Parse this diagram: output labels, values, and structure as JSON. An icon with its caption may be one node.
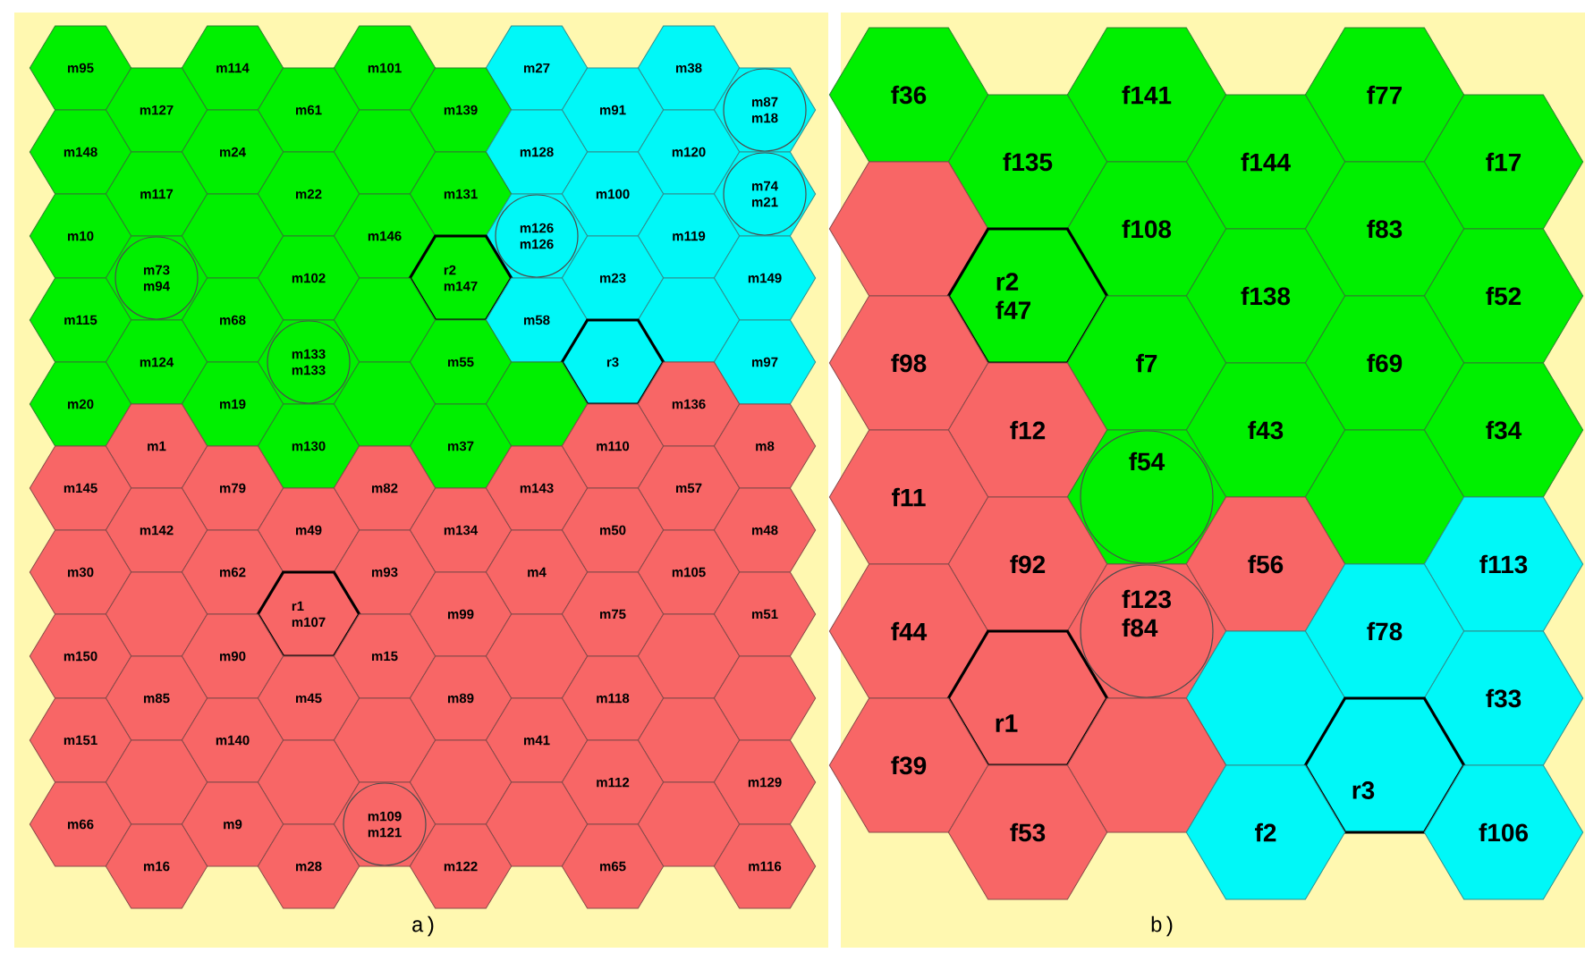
{
  "diagram": {
    "nodes": [
      {
        "text": [
          "m95"
        ]
      },
      {
        "text": [
          "m114"
        ]
      },
      {
        "text": [
          "m101"
        ]
      },
      {
        "text": [
          "m27"
        ]
      },
      {
        "text": [
          "m38"
        ]
      },
      {
        "text": [
          "m127"
        ]
      },
      {
        "text": [
          "m61"
        ]
      },
      {
        "text": [
          "m139"
        ]
      },
      {
        "text": [
          "m91"
        ]
      },
      {
        "text": [
          "m87",
          "m18"
        ]
      },
      {
        "text": [
          "m148"
        ]
      },
      {
        "text": [
          "m24"
        ]
      },
      {
        "text": [],
        "shape": "hexagon"
      },
      {
        "text": [
          "m128"
        ]
      },
      {
        "text": [
          "m120"
        ]
      },
      {
        "text": [
          "m117"
        ]
      },
      {
        "text": [
          "m22"
        ]
      },
      {
        "text": [
          "m131"
        ]
      },
      {
        "text": [
          "m100"
        ]
      },
      {
        "text": [
          "m74",
          "m21"
        ]
      },
      {
        "text": [
          "m10"
        ]
      },
      {
        "text": [],
        "shape": "hexagon"
      },
      {
        "text": [
          "m146"
        ]
      },
      {
        "text": [
          "m126",
          "m126"
        ]
      },
      {
        "text": [
          "m119"
        ]
      },
      {
        "text": [
          "m73",
          "m94"
        ]
      },
      {
        "text": [
          "m102"
        ]
      },
      {
        "text": [
          "r2",
          "m147"
        ]
      },
      {
        "text": [
          "m23"
        ]
      },
      {
        "text": [
          "m149"
        ]
      },
      {
        "text": [
          "m115"
        ]
      },
      {
        "text": [
          "m68"
        ]
      },
      {
        "text": [],
        "shape": "hexagon"
      },
      {
        "text": [
          "m58"
        ]
      },
      {
        "text": [],
        "shape": "hexagon"
      },
      {
        "text": [
          "m124"
        ]
      },
      {
        "text": [
          "m133",
          "m133"
        ]
      },
      {
        "text": [
          "m55"
        ]
      },
      {
        "text": [
          "r3"
        ]
      },
      {
        "text": [
          "m97"
        ]
      },
      {
        "text": [
          "m20"
        ]
      },
      {
        "text": [
          "m19"
        ]
      },
      {
        "text": [],
        "shape": "hexagon"
      },
      {
        "text": [],
        "shape": "hexagon"
      },
      {
        "text": [
          "m136"
        ]
      },
      {
        "text": [
          "m1"
        ]
      },
      {
        "text": [
          "m130"
        ]
      },
      {
        "text": [
          "m37"
        ]
      },
      {
        "text": [
          "m110"
        ]
      },
      {
        "text": [
          "m8"
        ]
      },
      {
        "text": [
          "m145"
        ]
      },
      {
        "text": [
          "m79"
        ]
      },
      {
        "text": [
          "m82"
        ]
      },
      {
        "text": [
          "m143"
        ]
      },
      {
        "text": [
          "m57"
        ]
      },
      {
        "text": [
          "m142"
        ]
      },
      {
        "text": [
          "m49"
        ]
      },
      {
        "text": [
          "m134"
        ]
      },
      {
        "text": [
          "m50"
        ]
      },
      {
        "text": [
          "m48"
        ]
      },
      {
        "text": [
          "m30"
        ]
      },
      {
        "text": [
          "m62"
        ]
      },
      {
        "text": [
          "m93"
        ]
      },
      {
        "text": [
          "m4"
        ]
      },
      {
        "text": [
          "m105"
        ]
      },
      {
        "text": [],
        "shape": "hexagon"
      },
      {
        "text": [
          "r1",
          "m107"
        ]
      },
      {
        "text": [
          "m99"
        ]
      },
      {
        "text": [
          "m75"
        ]
      },
      {
        "text": [
          "m51"
        ]
      },
      {
        "text": [
          "m150"
        ]
      },
      {
        "text": [
          "m90"
        ]
      },
      {
        "text": [
          "m15"
        ]
      },
      {
        "text": [],
        "shape": "hexagon"
      },
      {
        "text": [],
        "shape": "hexagon"
      },
      {
        "text": [
          "m85"
        ]
      },
      {
        "text": [
          "m45"
        ]
      },
      {
        "text": [
          "m89"
        ]
      },
      {
        "text": [
          "m118"
        ]
      },
      {
        "text": [],
        "shape": "hexagon"
      },
      {
        "text": [
          "m151"
        ]
      },
      {
        "text": [
          "m140"
        ]
      },
      {
        "text": [],
        "shape": "hexagon"
      },
      {
        "text": [
          "m41"
        ]
      },
      {
        "text": [],
        "shape": "hexagon"
      },
      {
        "text": [],
        "shape": "hexagon"
      },
      {
        "text": [],
        "shape": "hexagon"
      },
      {
        "text": [],
        "shape": "hexagon"
      },
      {
        "text": [
          "m112"
        ]
      },
      {
        "text": [
          "m129"
        ]
      },
      {
        "text": [
          "m66"
        ]
      },
      {
        "text": [
          "m9"
        ]
      },
      {
        "text": [
          "m109",
          "m121"
        ]
      },
      {
        "text": [],
        "shape": "hexagon"
      },
      {
        "text": [],
        "shape": "hexagon"
      },
      {
        "text": [
          "m16"
        ]
      },
      {
        "text": [
          "m28"
        ]
      },
      {
        "text": [
          "m122"
        ]
      },
      {
        "text": [
          "m65"
        ]
      },
      {
        "text": [
          "m116"
        ]
      },
      {
        "text": [
          "f36"
        ]
      },
      {
        "text": [
          "f141"
        ]
      },
      {
        "text": [
          "f77"
        ]
      },
      {
        "text": [
          "f135"
        ]
      },
      {
        "text": [
          "f144"
        ]
      },
      {
        "text": [
          "f17"
        ]
      },
      {
        "text": [],
        "shape": "hexagon"
      },
      {
        "text": [
          "f108"
        ]
      },
      {
        "text": [
          "f83"
        ]
      },
      {
        "text": [
          "r2",
          "f47"
        ]
      },
      {
        "text": [
          "f138"
        ]
      },
      {
        "text": [
          "f52"
        ]
      },
      {
        "text": [
          "f98"
        ]
      },
      {
        "text": [
          "f7"
        ]
      },
      {
        "text": [
          "f69"
        ]
      },
      {
        "text": [
          "f12"
        ]
      },
      {
        "text": [
          "f43"
        ]
      },
      {
        "text": [
          "f34"
        ]
      },
      {
        "text": [
          "f11"
        ]
      },
      {
        "text": [
          "f54"
        ]
      },
      {
        "text": [],
        "shape": "hexagon"
      },
      {
        "text": [
          "f92"
        ]
      },
      {
        "text": [
          "f56"
        ]
      },
      {
        "text": [
          "f113"
        ]
      },
      {
        "text": [
          "f44"
        ]
      },
      {
        "text": [
          "f123",
          "f84"
        ]
      },
      {
        "text": [
          "f78"
        ]
      },
      {
        "text": [
          "r1"
        ]
      },
      {
        "text": [],
        "shape": "hexagon"
      },
      {
        "text": [
          "f33"
        ]
      },
      {
        "text": [
          "f39"
        ]
      },
      {
        "text": [],
        "shape": "hexagon"
      },
      {
        "text": [
          "r3"
        ]
      },
      {
        "text": [
          "f53"
        ]
      },
      {
        "text": [
          "f2"
        ]
      },
      {
        "text": [
          "f106"
        ]
      }
    ],
    "labels": [
      "a)",
      "b)"
    ]
  }
}
